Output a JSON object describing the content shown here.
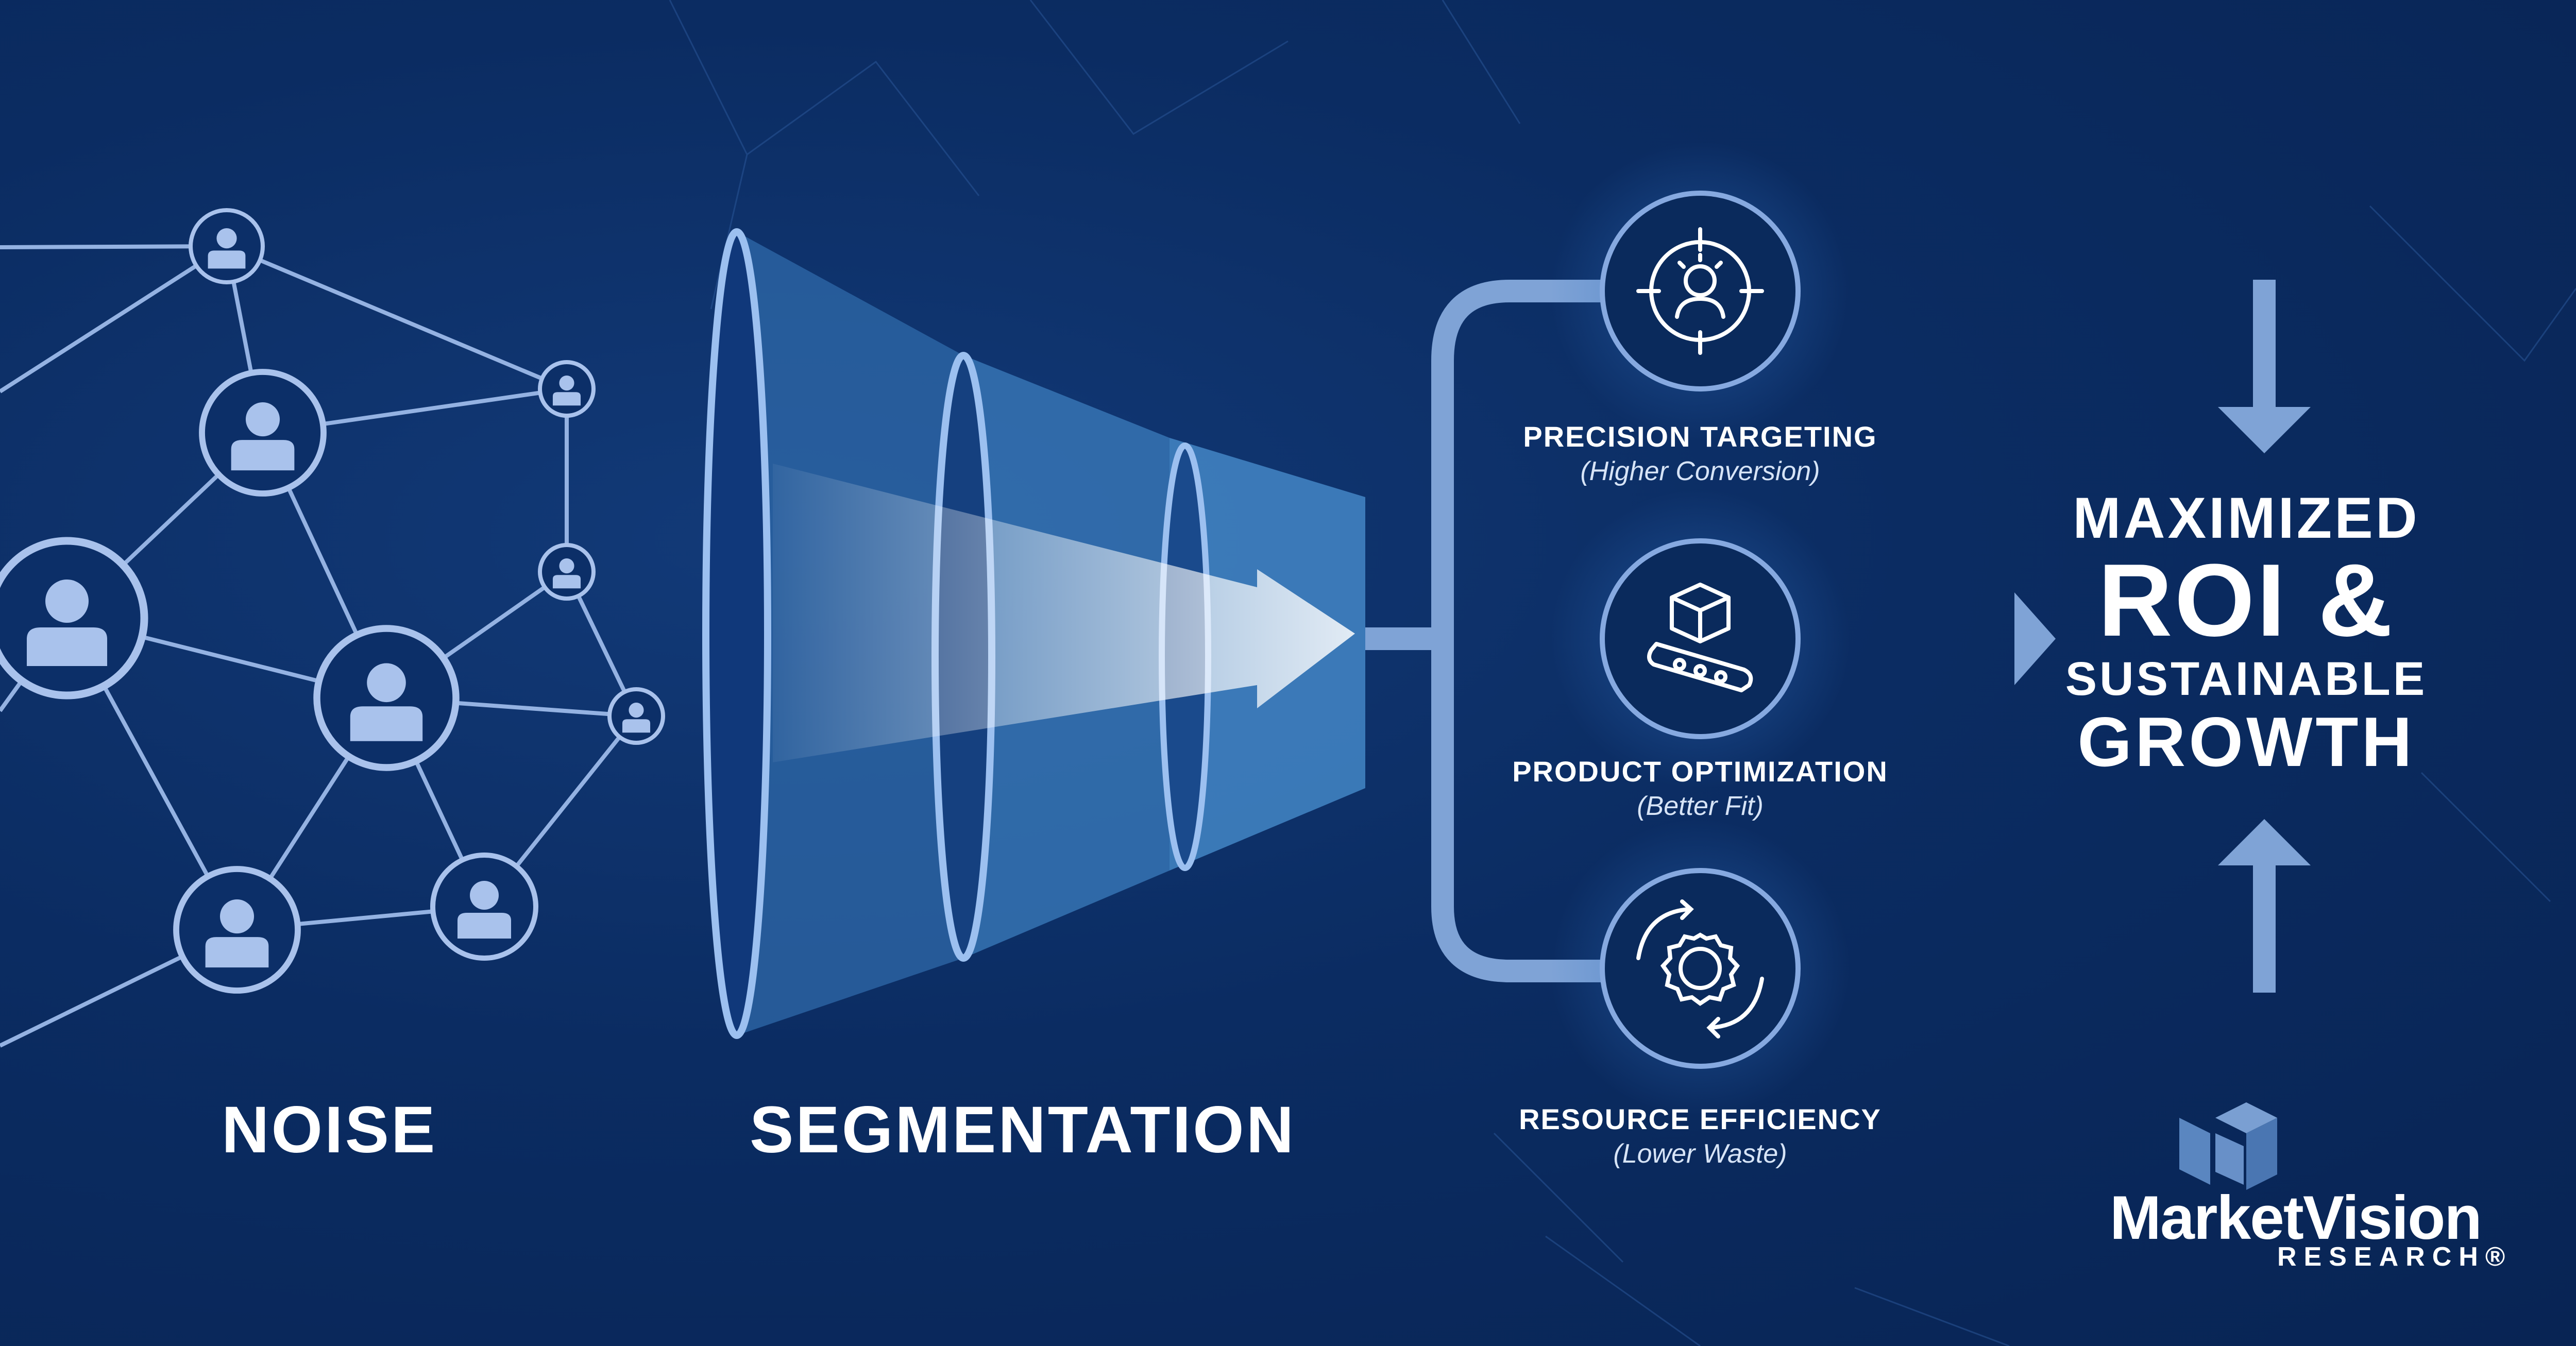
{
  "sections": {
    "noise": "NOISE",
    "segmentation": "SEGMENTATION"
  },
  "branches": [
    {
      "title": "PRECISION TARGETING",
      "subtitle": "(Higher Conversion)",
      "icon": "target-person-icon"
    },
    {
      "title": "PRODUCT OPTIMIZATION",
      "subtitle": "(Better Fit)",
      "icon": "product-conveyor-icon"
    },
    {
      "title": "RESOURCE EFFICIENCY",
      "subtitle": "(Lower Waste)",
      "icon": "gear-cycle-icon"
    }
  ],
  "outcome": {
    "line1": "MAXIMIZED",
    "line2": "ROI &",
    "line3": "SUSTAINABLE",
    "line4": "GROWTH"
  },
  "brand": {
    "name": "MarketVision",
    "sub": "RESEARCH®"
  },
  "colors": {
    "background": "#0b2c62",
    "node_fill": "#a9c2ec",
    "line": "#8fb0e0",
    "funnel": "#4a86c4",
    "text": "#ffffff"
  }
}
